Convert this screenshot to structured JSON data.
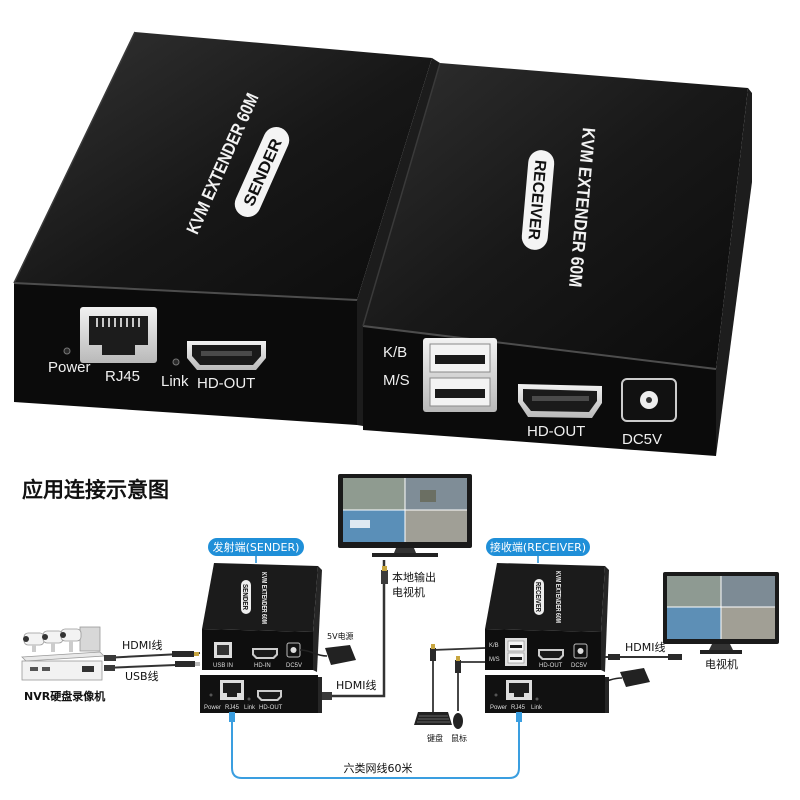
{
  "product_photo": {
    "sender": {
      "model": "KVM EXTENDER 60M",
      "badge": "SENDER",
      "labels": {
        "power": "Power",
        "rj45": "RJ45",
        "link": "Link",
        "hd_out": "HD-OUT"
      }
    },
    "receiver": {
      "model": "KVM EXTENDER 60M",
      "badge": "RECEIVER",
      "labels": {
        "kb": "K/B",
        "ms": "M/S",
        "hd_out": "HD-OUT",
        "dc": "DC5V"
      }
    }
  },
  "diagram": {
    "title": "应用连接示意图",
    "sender": {
      "badge": "发射端(SENDER)",
      "model": "KVM EXTENDER 60M",
      "tag": "SENDER",
      "back_labels": {
        "usb_in": "USB IN",
        "hd_in": "HD-IN",
        "dc": "DC5V"
      },
      "front_labels": {
        "power": "Power",
        "rj45": "RJ45",
        "link": "Link",
        "hd_out": "HD-OUT"
      }
    },
    "receiver": {
      "badge": "接收端(RECEIVER)",
      "model": "KVM EXTENDER 60M",
      "tag": "RECEIVER",
      "back_labels": {
        "kb": "K/B",
        "ms": "M/S",
        "hd_out": "HD-OUT",
        "dc": "DC5V"
      },
      "front_labels": {
        "power": "Power",
        "rj45": "RJ45",
        "link": "Link"
      }
    },
    "nvr_label": "NVR硬盘录像机",
    "hdmi_cable_left": "HDMI线",
    "usb_cable": "USB线",
    "power_supply": "5V电源",
    "hdmi_cable_local": "HDMI线",
    "local_output": {
      "line1": "本地输出",
      "line2": "电视机"
    },
    "hdmi_cable_right": "HDMI线",
    "tv_right": "电视机",
    "keyboard": "键盘",
    "mouse": "鼠标",
    "network_cable": "六类网线60米"
  },
  "colors": {
    "badge_blue": "#1f8fd8",
    "network_cable": "#3a9ee0",
    "device_body": "#111111"
  }
}
